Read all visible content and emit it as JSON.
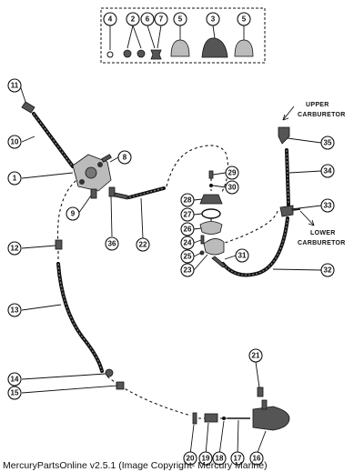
{
  "callouts": {
    "k4": "4",
    "k2": "2",
    "k6": "6",
    "k7": "7",
    "k5a": "5",
    "k3": "3",
    "k5b": "5",
    "k11": "11",
    "k10": "10",
    "k1": "1",
    "k8": "8",
    "k9": "9",
    "k36": "36",
    "k22": "22",
    "k12": "12",
    "k13": "13",
    "k14": "14",
    "k15": "15",
    "k29": "29",
    "k30": "30",
    "k28": "28",
    "k27": "27",
    "k26": "26",
    "k24": "24",
    "k25": "25",
    "k23": "23",
    "k31": "31",
    "k32": "32",
    "k35": "35",
    "k34": "34",
    "k33": "33",
    "k21": "21",
    "k20": "20",
    "k19": "19",
    "k18": "18",
    "k17": "17",
    "k16": "16"
  },
  "labels": {
    "upper_line1": "UPPER",
    "upper_line2": "CARBURETOR",
    "lower_line1": "LOWER",
    "lower_line2": "CARBURETOR"
  },
  "caption": "MercuryPartsOnline v2.5.1 (Image Copyright- Mercury Marine)"
}
